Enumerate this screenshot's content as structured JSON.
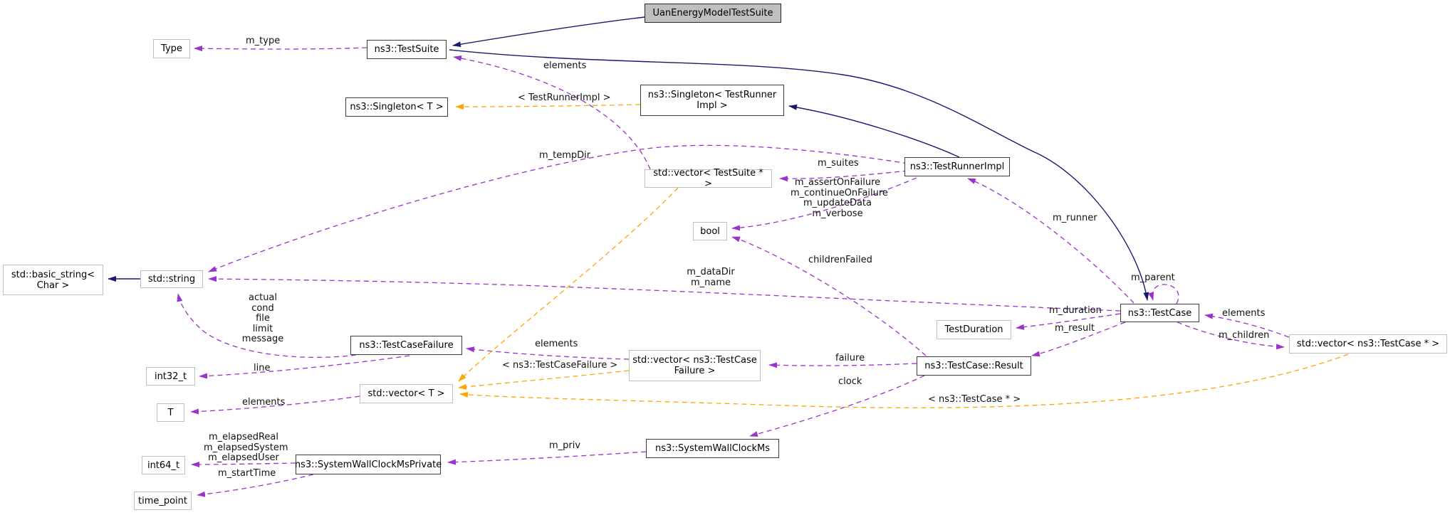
{
  "diagram": {
    "colors": {
      "inheritance": "#191970",
      "usage": "#9a32cd",
      "template_relation": "#ffa500",
      "main_node_fill": "#bfbfbf"
    },
    "nodes": {
      "uan": {
        "label": "UanEnergyModelTestSuite"
      },
      "type": {
        "label": "Type"
      },
      "testsuite": {
        "label": "ns3::TestSuite"
      },
      "singleton_t": {
        "label": "ns3::Singleton< T >"
      },
      "singleton_tri": {
        "label": "ns3::Singleton< TestRunner\nImpl >"
      },
      "vec_testsuite": {
        "label": "std::vector< TestSuite * >"
      },
      "tri": {
        "label": "ns3::TestRunnerImpl"
      },
      "bool": {
        "label": "bool"
      },
      "basic_string": {
        "label": "std::basic_string<\nChar >"
      },
      "string": {
        "label": "std::string"
      },
      "testcase": {
        "label": "ns3::TestCase"
      },
      "vec_testcase": {
        "label": "std::vector< ns3::TestCase * >"
      },
      "testduration": {
        "label": "TestDuration"
      },
      "result": {
        "label": "ns3::TestCase::Result"
      },
      "tcf": {
        "label": "ns3::TestCaseFailure"
      },
      "int32": {
        "label": "int32_t"
      },
      "vec_t": {
        "label": "std::vector< T >"
      },
      "t": {
        "label": "T"
      },
      "vec_tcf": {
        "label": "std::vector< ns3::TestCase\nFailure >"
      },
      "int64": {
        "label": "int64_t"
      },
      "swcmp": {
        "label": "ns3::SystemWallClockMsPrivate"
      },
      "swcm": {
        "label": "ns3::SystemWallClockMs"
      },
      "timepoint": {
        "label": "time_point"
      }
    },
    "edge_labels": {
      "m_type": "m_type",
      "elements_top": "elements",
      "tmpl_tri": "< TestRunnerImpl >",
      "m_tempDir": "m_tempDir",
      "m_suites": "m_suites",
      "tri_bools": "m_assertOnFailure\nm_continueOnFailure\nm_updateData\nm_verbose",
      "childrenFailed": "childrenFailed",
      "m_dataDir_name": "m_dataDir\nm_name",
      "m_runner": "m_runner",
      "m_parent": "m_parent",
      "elements_right": "elements",
      "m_children": "m_children",
      "m_duration": "m_duration",
      "m_result": "m_result",
      "tcf_strings": "actual\ncond\nfile\nlimit\nmessage",
      "line": "line",
      "elements_vt": "elements",
      "elements_vtcf": "elements",
      "tmpl_tcf": "< ns3::TestCaseFailure >",
      "failure": "failure",
      "clock": "clock",
      "tmpl_tc": "< ns3::TestCase * >",
      "m_priv": "m_priv",
      "elapsed": "m_elapsedReal\nm_elapsedSystem\nm_elapsedUser",
      "m_startTime": "m_startTime"
    }
  }
}
